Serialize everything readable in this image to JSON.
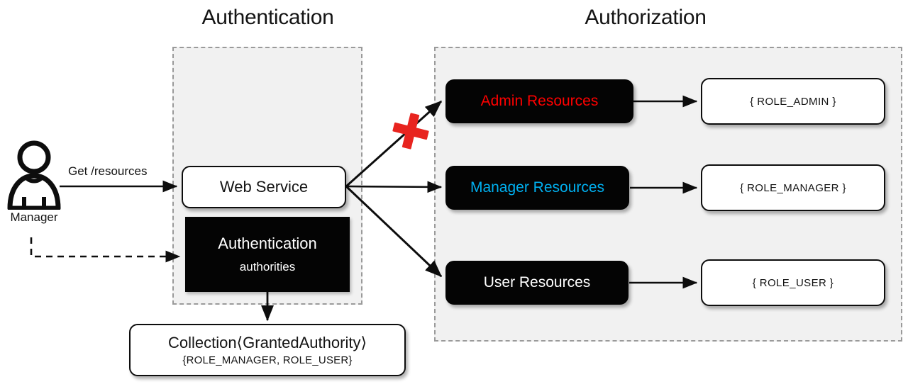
{
  "diagram": {
    "sections": {
      "authentication_title": "Authentication",
      "authorization_title": "Authorization"
    },
    "actor": {
      "icon": "user-icon",
      "label": "Manager"
    },
    "edges": {
      "request_label": "Get /resources",
      "blocked_marker": "red-cross-icon"
    },
    "authentication": {
      "web_service": "Web Service",
      "authentication_box": {
        "title": "Authentication",
        "subtitle": "authorities"
      },
      "collection": {
        "title": "Collection⟨GrantedAuthority⟩",
        "subtitle": "{ROLE_MANAGER, ROLE_USER}"
      }
    },
    "authorization": {
      "resources": [
        {
          "label": "Admin Resources",
          "color": "#FF0000",
          "allowed": false
        },
        {
          "label": "Manager Resources",
          "color": "#00B0F0",
          "allowed": true
        },
        {
          "label": "User Resources",
          "color": "#FFFFFF",
          "allowed": true
        }
      ],
      "roles": [
        {
          "label": "{ ROLE_ADMIN }"
        },
        {
          "label": "{ ROLE_MANAGER }"
        },
        {
          "label": "{ ROLE_USER }"
        }
      ]
    },
    "colors": {
      "background": "#FFFFFF",
      "group_fill": "#F1F1F1",
      "group_border": "#9A9A9A",
      "node_black": "#040404",
      "stroke": "#0D0D0D",
      "denied_red": "#FF0000",
      "manager_cyan": "#00B0F0"
    }
  }
}
